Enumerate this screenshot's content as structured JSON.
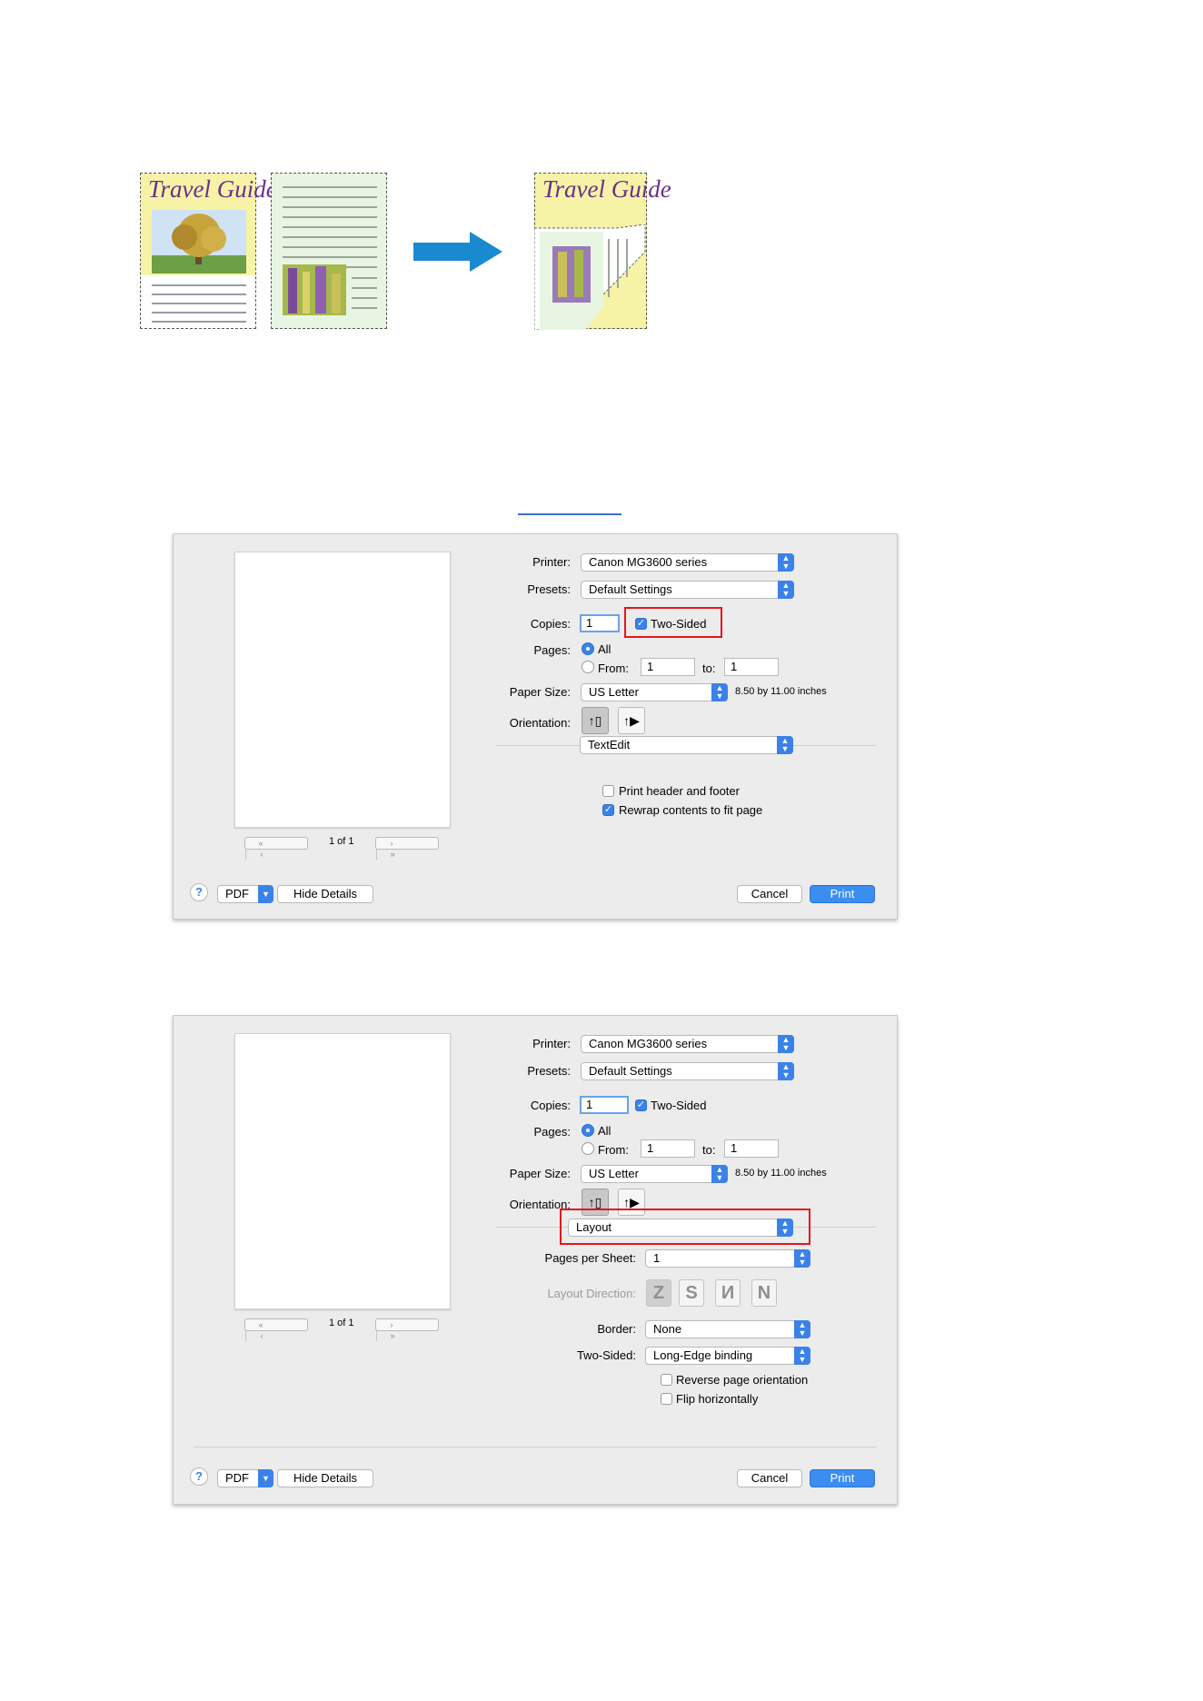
{
  "illustration": {
    "doc_title_1": "Travel Guide",
    "doc_title_2": "Travel Guide",
    "arrow_color": "#1a8ad0"
  },
  "dialog1": {
    "printer_label": "Printer:",
    "printer_value": "Canon MG3600 series",
    "presets_label": "Presets:",
    "presets_value": "Default Settings",
    "copies_label": "Copies:",
    "copies_value": "1",
    "two_sided_label": "Two-Sided",
    "pages_label": "Pages:",
    "pages_all": "All",
    "pages_from": "From:",
    "from_value": "1",
    "to_label": "to:",
    "to_value": "1",
    "paper_size_label": "Paper Size:",
    "paper_size_value": "US Letter",
    "paper_size_desc": "8.50 by 11.00 inches",
    "orientation_label": "Orientation:",
    "panel_value": "TextEdit",
    "print_header": "Print header and footer",
    "rewrap": "Rewrap contents to fit page",
    "page_indicator": "1 of 1",
    "pdf": "PDF",
    "hide_details": "Hide Details",
    "cancel": "Cancel",
    "print": "Print"
  },
  "dialog2": {
    "printer_label": "Printer:",
    "printer_value": "Canon MG3600 series",
    "presets_label": "Presets:",
    "presets_value": "Default Settings",
    "copies_label": "Copies:",
    "copies_value": "1",
    "two_sided_label": "Two-Sided",
    "pages_label": "Pages:",
    "pages_all": "All",
    "pages_from": "From:",
    "from_value": "1",
    "to_label": "to:",
    "to_value": "1",
    "paper_size_label": "Paper Size:",
    "paper_size_value": "US Letter",
    "paper_size_desc": "8.50 by 11.00 inches",
    "orientation_label": "Orientation:",
    "panel_value": "Layout",
    "pages_per_sheet_label": "Pages per Sheet:",
    "pages_per_sheet_value": "1",
    "layout_direction_label": "Layout Direction:",
    "border_label": "Border:",
    "border_value": "None",
    "two_sided_setting_label": "Two-Sided:",
    "two_sided_setting_value": "Long-Edge binding",
    "reverse_orientation": "Reverse page orientation",
    "flip_horizontally": "Flip horizontally",
    "page_indicator": "1 of 1",
    "pdf": "PDF",
    "hide_details": "Hide Details",
    "cancel": "Cancel",
    "print": "Print"
  },
  "colors": {
    "accent": "#3b82e8",
    "highlight_box": "#e3161c"
  }
}
